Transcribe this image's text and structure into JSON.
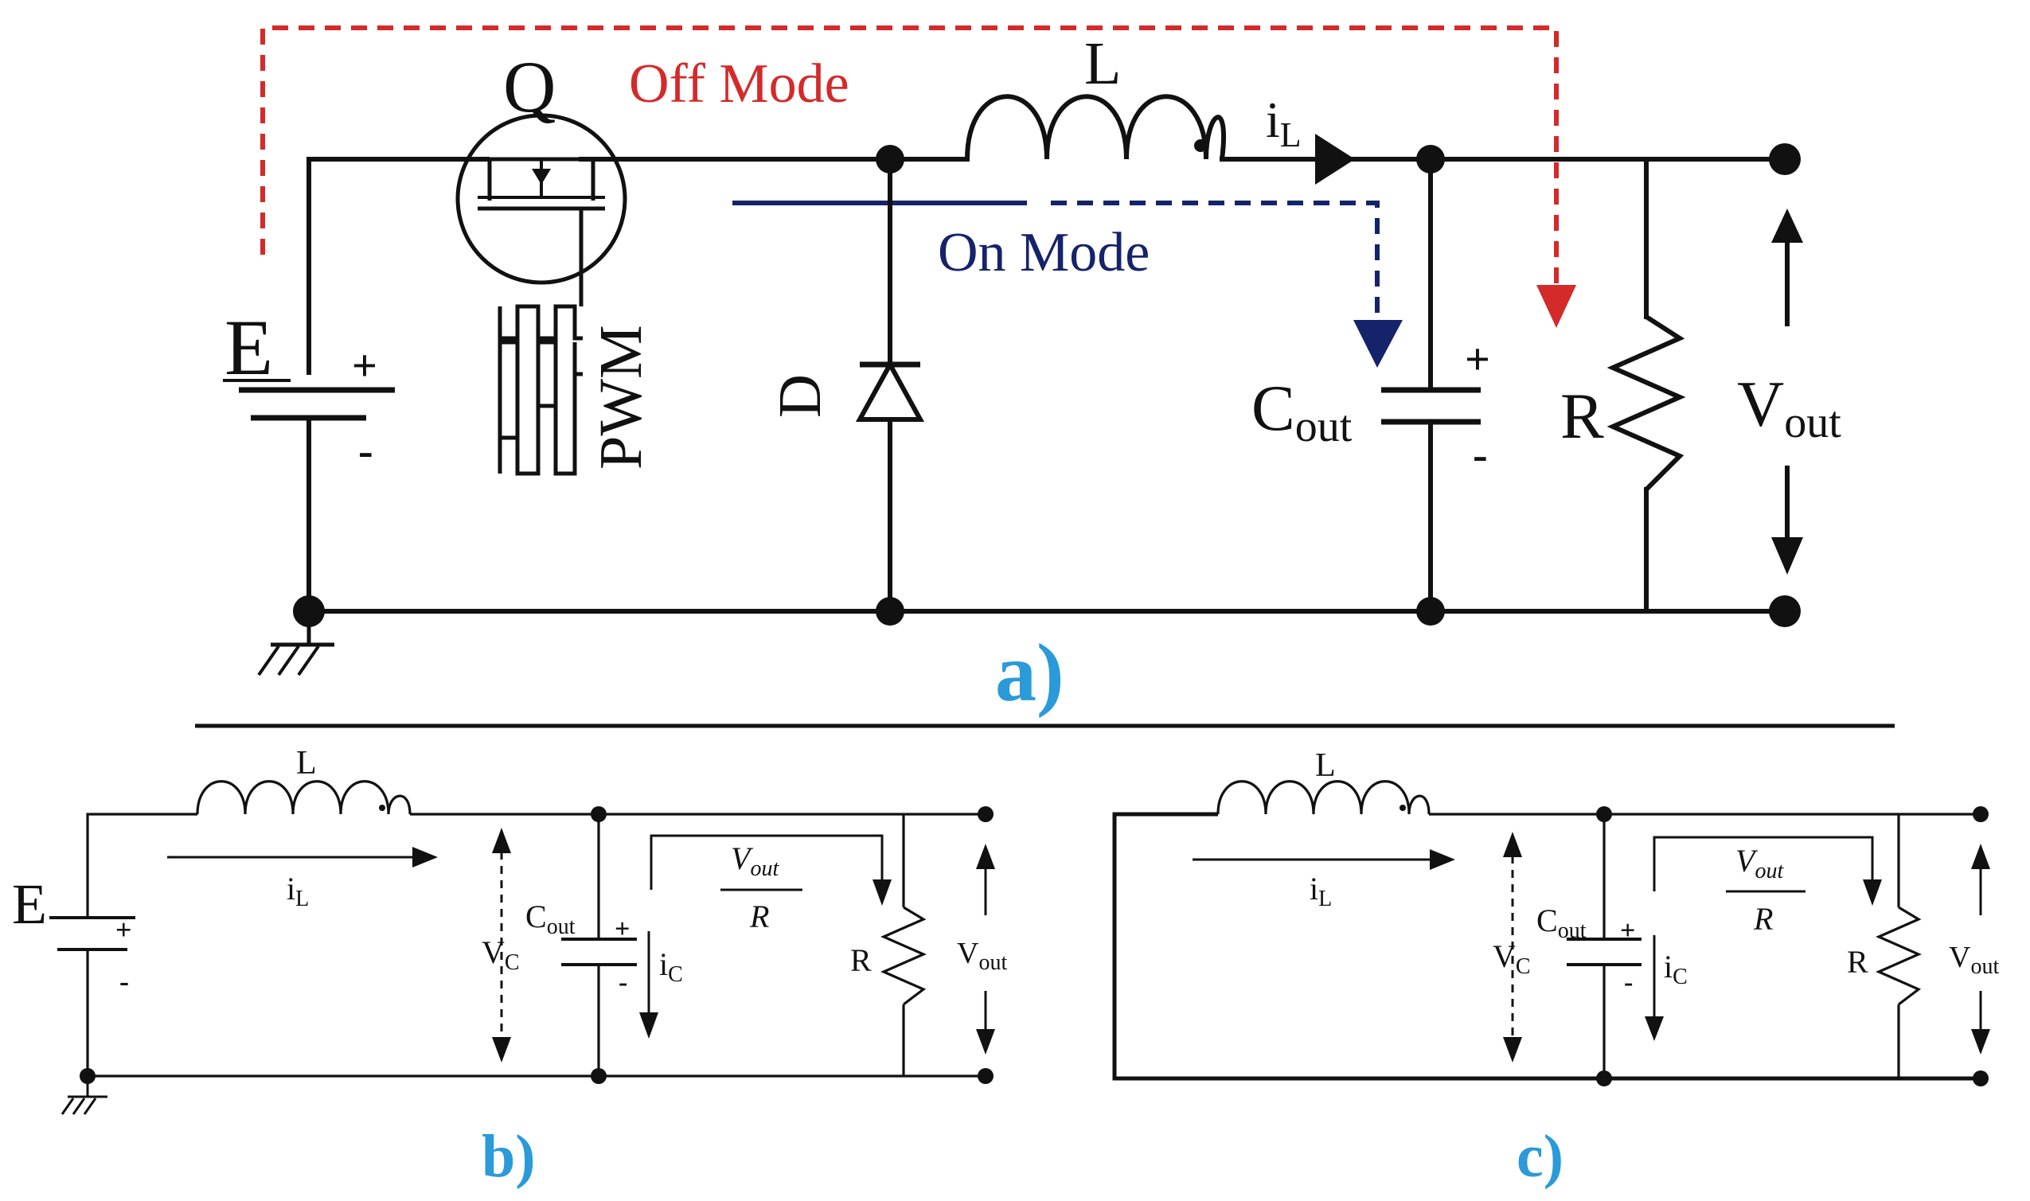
{
  "panel_a": {
    "mode_off": "Off Mode",
    "mode_on": "On Mode",
    "switch": "Q",
    "pwm": "PWM",
    "source": "E",
    "plus": "+",
    "minus": "-",
    "inductor": "L",
    "current_i": "i",
    "current_sub": "L",
    "diode": "D",
    "cap": "C",
    "cap_sub": "out",
    "resistor": "R",
    "vout": "V",
    "vout_sub": "out",
    "caption": "a)"
  },
  "panel_b": {
    "source": "E",
    "plus": "+",
    "minus": "-",
    "inductor": "L",
    "current_i": "i",
    "current_sub": "L",
    "vc": "V",
    "vc_sub": "C",
    "cap": "C",
    "cap_sub": "out",
    "ic": "i",
    "ic_sub": "C",
    "frac_num": "V",
    "frac_num_sub": "out",
    "frac_den": "R",
    "resistor": "R",
    "vout": "V",
    "vout_sub": "out",
    "caption": "b)"
  },
  "panel_c": {
    "inductor": "L",
    "current_i": "i",
    "current_sub": "L",
    "vc": "V",
    "vc_sub": "C",
    "cap": "C",
    "cap_sub": "out",
    "plus": "+",
    "minus": "-",
    "ic": "i",
    "ic_sub": "C",
    "frac_num": "V",
    "frac_num_sub": "out",
    "frac_den": "R",
    "resistor": "R",
    "vout": "V",
    "vout_sub": "out",
    "caption": "c)"
  },
  "colors": {
    "off_mode": "#d42a2a",
    "on_mode": "#15236b",
    "caption": "#2a9ad8",
    "wire": "#111111"
  }
}
